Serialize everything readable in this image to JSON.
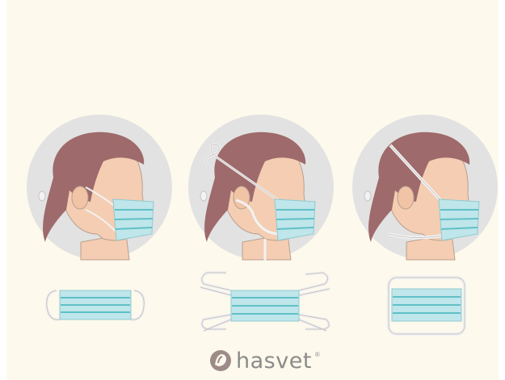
{
  "illustration": {
    "panels": [
      {
        "name": "ear-loop",
        "mask_type": "ear loops"
      },
      {
        "name": "tie-on",
        "mask_type": "ties"
      },
      {
        "name": "elastic-band",
        "mask_type": "head bands"
      }
    ],
    "colors": {
      "background": "#fdf9ec",
      "circle": "#e2e2e2",
      "skin": "#f4cdb2",
      "hair": "#9e6a6b",
      "mask": "#bfe6ea",
      "mask_stripe": "#5fc1c7",
      "outline": "#b9a08f"
    }
  },
  "watermark": {
    "text": "hasvet",
    "registered": "®",
    "icon": "hasvet-logo-icon",
    "color": "#8b8b8b"
  }
}
